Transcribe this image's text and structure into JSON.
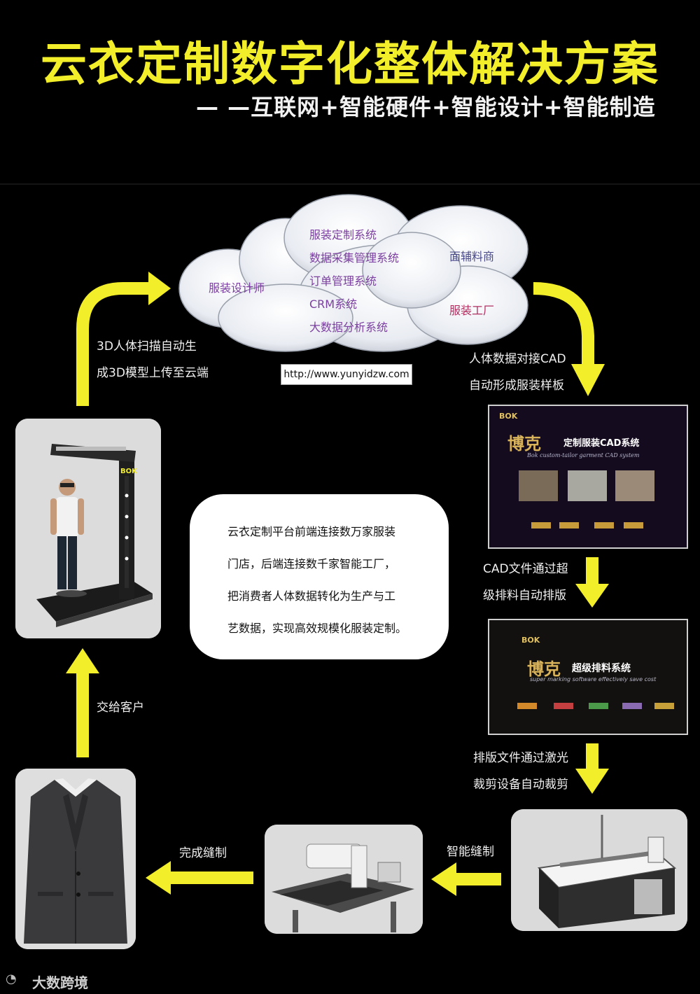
{
  "header": {
    "title": "云衣定制数字化整体解决方案",
    "subtitle": "— —互联网+智能硬件+智能设计+智能制造"
  },
  "cloud": {
    "designer": "服装设计师",
    "systems": [
      "服装定制系统",
      "数据采集管理系统",
      "订单管理系统",
      "CRM系统",
      "大数据分析系统"
    ],
    "supplier": "面辅料商",
    "factory": "服装工厂",
    "url": "http://www.yunyidzw.com"
  },
  "steps": {
    "scan": [
      "3D人体扫描自动生",
      "成3D模型上传至云端"
    ],
    "cad": [
      "人体数据对接CAD",
      "自动形成服装样板"
    ],
    "marking": [
      "CAD文件通过超",
      "级排料自动排版"
    ],
    "cutting": [
      "排版文件通过激光",
      "裁剪设备自动裁剪"
    ],
    "sewing": "智能缝制",
    "finish": "完成缝制",
    "deliver": "交给客户"
  },
  "info": [
    "云衣定制平台前端连接数万家服装",
    "门店，后端连接数千家智能工厂，",
    "把消费者人体数据转化为生产与工",
    "艺数据，实现高效规模化服装定制。"
  ],
  "screens": {
    "cad": {
      "logo": "BOK",
      "brand": "博克",
      "name": "定制服装CAD系统",
      "english": "Bok custom-tailor garment CAD system"
    },
    "marking": {
      "logo": "BOK",
      "brand": "博克",
      "name": "超级排料系统",
      "english": "super marking software effectively save cost"
    }
  },
  "scanner_logo": "BOK",
  "watermark": "大数跨境",
  "colors": {
    "accent_yellow": "#f3ee2a",
    "background": "#000000"
  }
}
